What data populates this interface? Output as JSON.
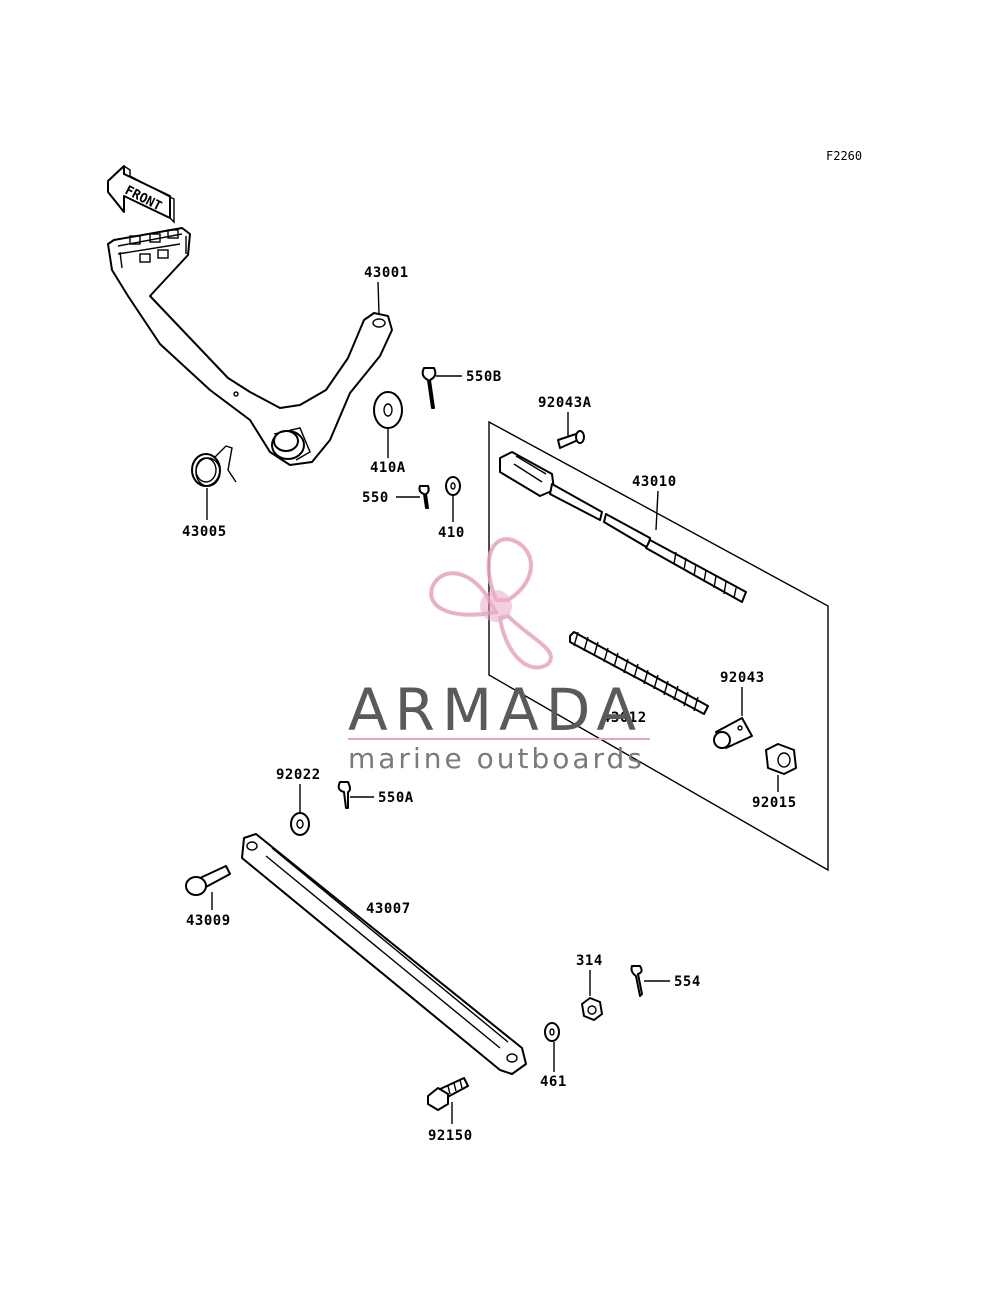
{
  "figure_code": "F2260",
  "front_marker": "FRONT",
  "watermark": {
    "brand": "ARMADA",
    "tagline": "marine outboards",
    "color_brand": "#5a5a5a",
    "color_propeller": "#e8a3c0"
  },
  "parts": [
    {
      "id": "43001",
      "icon": "brake-pedal"
    },
    {
      "id": "550B",
      "icon": "cotter-pin"
    },
    {
      "id": "410A",
      "icon": "washer"
    },
    {
      "id": "550",
      "icon": "cotter-pin"
    },
    {
      "id": "410",
      "icon": "washer"
    },
    {
      "id": "43005",
      "icon": "torsion-spring"
    },
    {
      "id": "92043A",
      "icon": "pin"
    },
    {
      "id": "43010",
      "icon": "brake-rod"
    },
    {
      "id": "43012",
      "icon": "coil-spring"
    },
    {
      "id": "92043",
      "icon": "pin"
    },
    {
      "id": "92015",
      "icon": "nut"
    },
    {
      "id": "92022",
      "icon": "washer"
    },
    {
      "id": "550A",
      "icon": "cotter-pin"
    },
    {
      "id": "43009",
      "icon": "bolt"
    },
    {
      "id": "43007",
      "icon": "brake-link"
    },
    {
      "id": "314",
      "icon": "nut"
    },
    {
      "id": "554",
      "icon": "cotter-pin"
    },
    {
      "id": "461",
      "icon": "washer"
    },
    {
      "id": "92150",
      "icon": "bolt"
    }
  ]
}
